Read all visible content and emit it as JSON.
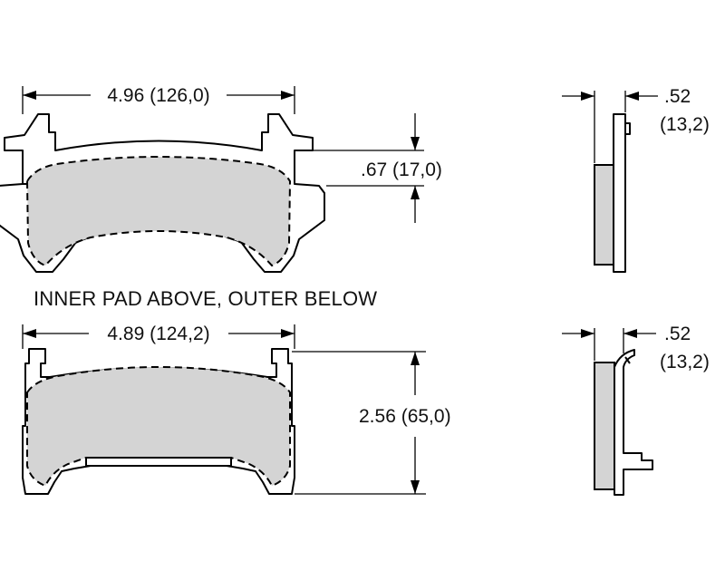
{
  "colors": {
    "pad_fill": "#d4d4d4",
    "line": "#000000",
    "background": "#ffffff"
  },
  "inner_pad": {
    "width_label": "4.96 (126,0)",
    "offset_label": ".67 (17,0)",
    "thickness_label_line1": ".52",
    "thickness_label_line2": "(13,2)"
  },
  "caption": "INNER PAD ABOVE, OUTER BELOW",
  "outer_pad": {
    "width_label": "4.89 (124,2)",
    "height_label": "2.56 (65,0)",
    "thickness_label_line1": ".52",
    "thickness_label_line2": "(13,2)"
  }
}
